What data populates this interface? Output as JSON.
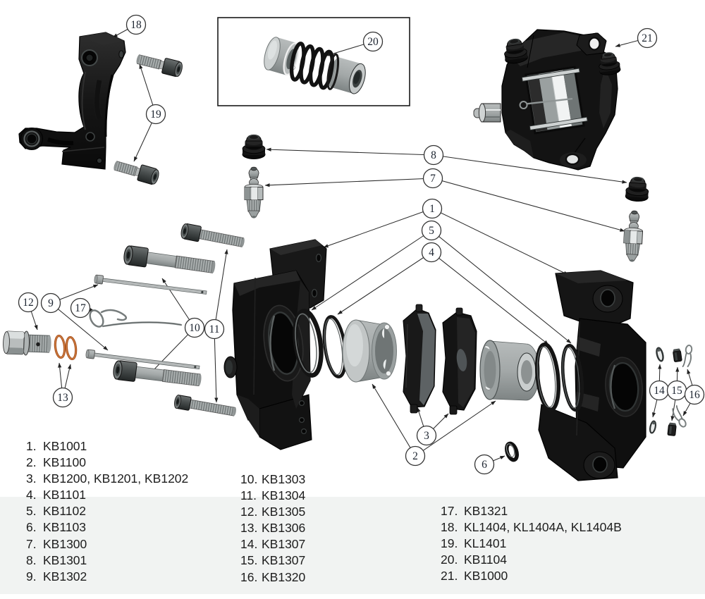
{
  "figure": {
    "type": "exploded-parts-diagram",
    "subject": "Brake caliper assembly exploded view",
    "colors": {
      "background": "#ffffff",
      "band": "#f1f3f2",
      "leader_line": "#2b2b2b",
      "part_black": "#131313",
      "metal_gray": "#b6baba",
      "copper": "#b05524"
    },
    "callouts": [
      "1",
      "2",
      "3",
      "4",
      "5",
      "6",
      "7",
      "8",
      "9",
      "10",
      "11",
      "12",
      "13",
      "14",
      "15",
      "16",
      "17",
      "18",
      "19",
      "20",
      "21"
    ],
    "parts_list": {
      "col1": [
        {
          "n": "1.",
          "c": "KB1001"
        },
        {
          "n": "2.",
          "c": "KB1100"
        },
        {
          "n": "3.",
          "c": "KB1200, KB1201, KB1202"
        },
        {
          "n": "4.",
          "c": "KB1101"
        },
        {
          "n": "5.",
          "c": "KB1102"
        },
        {
          "n": "6.",
          "c": "KB1103"
        },
        {
          "n": "7.",
          "c": "KB1300"
        },
        {
          "n": "8.",
          "c": "KB1301"
        },
        {
          "n": "9.",
          "c": "KB1302"
        }
      ],
      "col2": [
        {
          "n": "10.",
          "c": "KB1303"
        },
        {
          "n": "11.",
          "c": "KB1304"
        },
        {
          "n": "12.",
          "c": "KB1305"
        },
        {
          "n": "13.",
          "c": "KB1306"
        },
        {
          "n": "14.",
          "c": "KB1307"
        },
        {
          "n": "15.",
          "c": "KB1307"
        },
        {
          "n": "16.",
          "c": "KB1320"
        }
      ],
      "col3": [
        {
          "n": "17.",
          "c": "KB1321"
        },
        {
          "n": "18.",
          "c": "KL1404, KL1404A, KL1404B"
        },
        {
          "n": "19.",
          "c": "KL1401"
        },
        {
          "n": "20.",
          "c": "KB1104"
        },
        {
          "n": "21.",
          "c": "KB1000"
        }
      ]
    }
  }
}
